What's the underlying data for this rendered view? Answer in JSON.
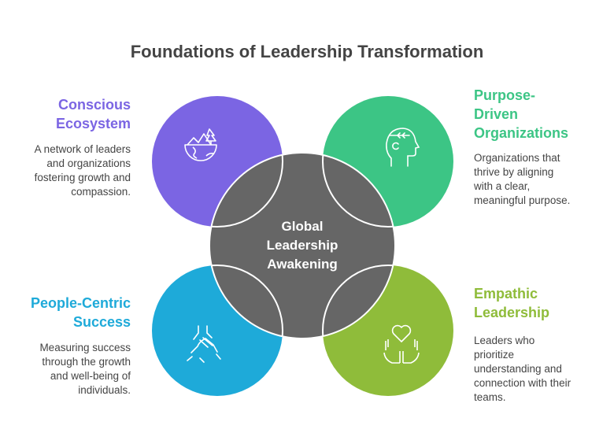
{
  "title": "Foundations of Leadership Transformation",
  "center": {
    "lines": [
      "Global",
      "Leadership",
      "Awakening"
    ],
    "color": "#666666"
  },
  "items": [
    {
      "heading_lines": [
        "Conscious",
        "Ecosystem"
      ],
      "desc_lines": [
        "A network of leaders",
        "and organizations",
        "fostering growth and",
        "compassion."
      ],
      "color": "#7B65E3",
      "icon": "ecosystem-icon"
    },
    {
      "heading_lines": [
        "Purpose-",
        "Driven",
        "Organizations"
      ],
      "desc_lines": [
        "Organizations that",
        "thrive by aligning",
        "with a clear,",
        "meaningful purpose."
      ],
      "color": "#3CC585",
      "icon": "mind-leaf-icon"
    },
    {
      "heading_lines": [
        "People-Centric",
        "Success"
      ],
      "desc_lines": [
        "Measuring success",
        "through the growth",
        "and well-being of",
        "individuals."
      ],
      "color": "#1EAAD9",
      "icon": "helping-hands-icon"
    },
    {
      "heading_lines": [
        "Empathic",
        "Leadership"
      ],
      "desc_lines": [
        "Leaders who",
        "prioritize",
        "understanding and",
        "connection with their",
        "teams."
      ],
      "color": "#8FBC3A",
      "icon": "heart-hands-icon"
    }
  ]
}
